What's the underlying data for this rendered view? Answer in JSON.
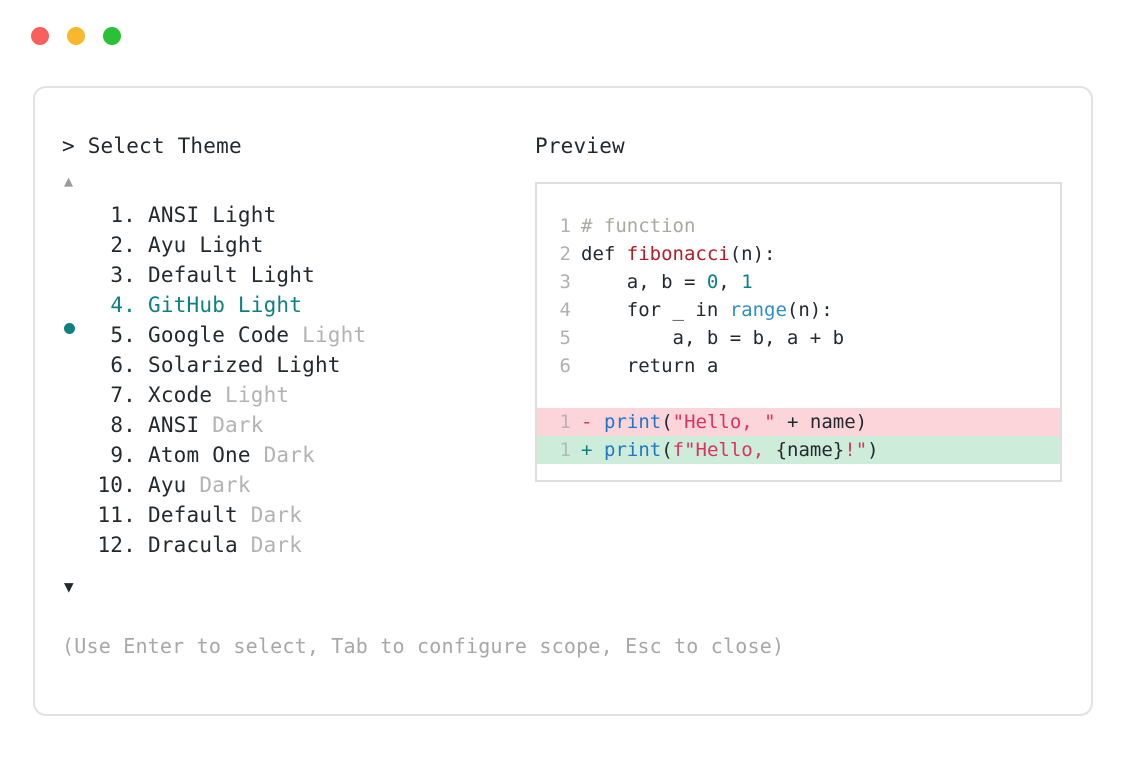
{
  "window": {
    "traffic_lights": [
      {
        "name": "close",
        "color": "#f9605b"
      },
      {
        "name": "minimize",
        "color": "#f7b92b"
      },
      {
        "name": "maximize",
        "color": "#2ac235"
      }
    ]
  },
  "accent": {
    "selected": "#0f8080",
    "muted": "#b3b3b3",
    "text": "#24292e",
    "hint": "#a8a8a8",
    "diff_add_bg": "#cdecd9",
    "diff_del_bg": "#fbd5d9"
  },
  "selector": {
    "prompt_caret": ">",
    "prompt_label": "Select Theme",
    "scroll_up_icon": "▲",
    "scroll_down_icon": "▼",
    "selected_index": 4,
    "items": [
      {
        "index": "1.",
        "name": "ANSI Light",
        "variant": "",
        "variant_muted": false
      },
      {
        "index": "2.",
        "name": "Ayu Light",
        "variant": "",
        "variant_muted": false
      },
      {
        "index": "3.",
        "name": "Default Light",
        "variant": "",
        "variant_muted": false
      },
      {
        "index": "4.",
        "name": "GitHub Light",
        "variant": "",
        "variant_muted": false
      },
      {
        "index": "5.",
        "name": "Google Code",
        "variant": "Light",
        "variant_muted": true
      },
      {
        "index": "6.",
        "name": "Solarized Light",
        "variant": "",
        "variant_muted": false
      },
      {
        "index": "7.",
        "name": "Xcode",
        "variant": "Light",
        "variant_muted": true
      },
      {
        "index": "8.",
        "name": "ANSI",
        "variant": "Dark",
        "variant_muted": true
      },
      {
        "index": "9.",
        "name": "Atom One",
        "variant": "Dark",
        "variant_muted": true
      },
      {
        "index": "10.",
        "name": "Ayu",
        "variant": "Dark",
        "variant_muted": true
      },
      {
        "index": "11.",
        "name": "Default",
        "variant": "Dark",
        "variant_muted": true
      },
      {
        "index": "12.",
        "name": "Dracula",
        "variant": "Dark",
        "variant_muted": true
      }
    ],
    "hint": "(Use Enter to select, Tab to configure scope, Esc to close)"
  },
  "preview": {
    "label": "Preview",
    "code_lines": [
      {
        "ln": "1",
        "tokens": [
          {
            "t": "# function",
            "c": "comment"
          }
        ]
      },
      {
        "ln": "2",
        "tokens": [
          {
            "t": "def ",
            "c": "kw"
          },
          {
            "t": "fibonacci",
            "c": "fn"
          },
          {
            "t": "(n):",
            "c": "punct"
          }
        ]
      },
      {
        "ln": "3",
        "tokens": [
          {
            "t": "    a, b = ",
            "c": "plain"
          },
          {
            "t": "0",
            "c": "num"
          },
          {
            "t": ", ",
            "c": "plain"
          },
          {
            "t": "1",
            "c": "num"
          }
        ]
      },
      {
        "ln": "4",
        "tokens": [
          {
            "t": "    for _ in ",
            "c": "plain"
          },
          {
            "t": "range",
            "c": "builtin"
          },
          {
            "t": "(n):",
            "c": "punct"
          }
        ]
      },
      {
        "ln": "5",
        "tokens": [
          {
            "t": "        a, b = b, a + b",
            "c": "plain"
          }
        ]
      },
      {
        "ln": "6",
        "tokens": [
          {
            "t": "    return a",
            "c": "plain"
          }
        ]
      }
    ],
    "diff_lines": [
      {
        "ln": "1",
        "sign": "-",
        "kind": "minus",
        "tokens": [
          {
            "t": "print",
            "c": "call"
          },
          {
            "t": "(",
            "c": "punct"
          },
          {
            "t": "\"Hello, \"",
            "c": "str"
          },
          {
            "t": " + name)",
            "c": "plain"
          }
        ]
      },
      {
        "ln": "1",
        "sign": "+",
        "kind": "plus",
        "tokens": [
          {
            "t": "print",
            "c": "call"
          },
          {
            "t": "(",
            "c": "punct"
          },
          {
            "t": "f\"Hello, ",
            "c": "str"
          },
          {
            "t": "{name}",
            "c": "plain"
          },
          {
            "t": "!\"",
            "c": "str"
          },
          {
            "t": ")",
            "c": "punct"
          }
        ]
      }
    ]
  }
}
